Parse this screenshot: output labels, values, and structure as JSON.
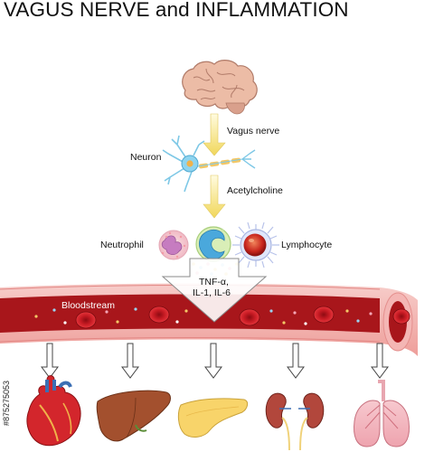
{
  "title": "VAGUS NERVE and INFLAMMATION",
  "labels": {
    "vagus_nerve": "Vagus nerve",
    "neuron": "Neuron",
    "acetylcholine": "Acetylcholine",
    "neutrophil": "Neutrophil",
    "lymphocyte": "Lymphocyte",
    "cytokines_line1": "TNF-α,",
    "cytokines_line2": "IL-1, IL-6",
    "bloodstream": "Bloodstream"
  },
  "stock_id": "#875275053",
  "colors": {
    "vessel_wall": "#f2b8b5",
    "blood": "#a8161b",
    "red_cell": "#d4202a",
    "arrow_fill": "#f5e27a",
    "brain": "#e9b7a0"
  }
}
